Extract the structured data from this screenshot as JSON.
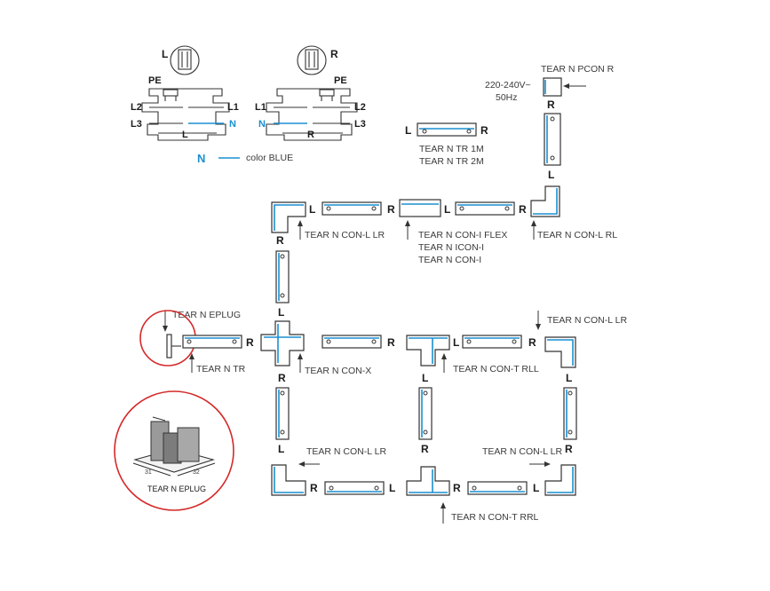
{
  "colors": {
    "blue": "#1a8fd0",
    "highlight": "#d42a2a",
    "ink": "#333333"
  },
  "wiring_left": {
    "side": "L",
    "pe": "PE",
    "l2": "L2",
    "l1": "L1",
    "l3": "L3",
    "n": "N",
    "bottom": "L"
  },
  "wiring_right": {
    "side": "R",
    "pe": "PE",
    "l1": "L1",
    "l2": "L2",
    "n": "N",
    "l3": "L3",
    "bottom": "R"
  },
  "legend": {
    "n": "N",
    "color": "color BLUE"
  },
  "supply": {
    "voltage": "220-240V~",
    "freq": "50Hz"
  },
  "labels": {
    "pcon": "TEAR N PCON R",
    "tr_sample": [
      "TEAR N TR 1M",
      "TEAR N TR 2M"
    ],
    "con_l_lr_top": "TEAR N CON-L LR",
    "con_i": [
      "TEAR N CON-I FLEX",
      "TEAR N ICON-I",
      "TEAR N CON-I"
    ],
    "con_l_rl": "TEAR N CON-L RL",
    "eplug": "TEAR N EPLUG",
    "tr": "TEAR N TR",
    "con_x": "TEAR N CON-X",
    "con_t_rll": "TEAR N CON-T RLL",
    "con_l_lr_right": "TEAR N CON-L LR",
    "con_l_lr_bottom_left": "TEAR N CON-L LR",
    "con_l_lr_bottom_right": "TEAR N CON-L LR",
    "con_t_rrl": "TEAR N CON-T RRL",
    "eplug_detail": "TEAR N EPLUG",
    "dim_a": "31",
    "dim_b": "32"
  },
  "sides": {
    "l": "L",
    "r": "R"
  }
}
